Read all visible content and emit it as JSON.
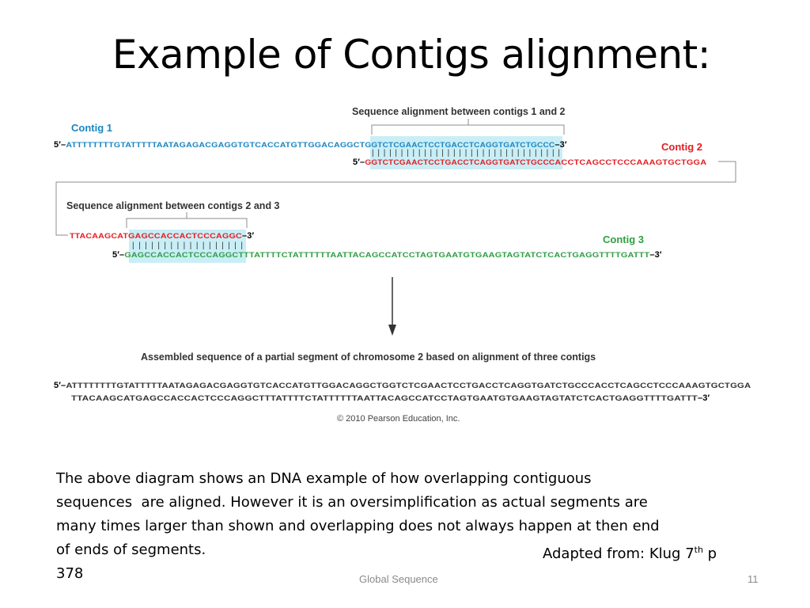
{
  "slide": {
    "title": "Example of Contigs alignment:",
    "caption_lines": [
      "The above diagram shows an DNA example of how overlapping contiguous",
      "sequences  are aligned. However it is an oversimplification as actual segments are",
      "many times larger than shown and overlapping does not always happen at then end",
      "of ends of segments."
    ],
    "caption_last": "378",
    "reference": {
      "prefix": "Adapted from: Klug 7",
      "sup": "th",
      "suffix": " p"
    },
    "footer_center": "Global Sequence",
    "page_number": "11"
  },
  "diagram": {
    "align12_title": "Sequence alignment between contigs 1 and 2",
    "align23_title": "Sequence alignment between contigs 2 and 3",
    "assembled_title": "Assembled sequence of a partial segment of chromosome 2 based on alignment of three contigs",
    "copyright": "© 2010 Pearson Education, Inc.",
    "five_prime": "5′–",
    "three_prime": "–3′",
    "contig1": {
      "label": "Contig 1",
      "seq_unique": "ATTTTTTTTGTATTTTTAATAGAGACGAGGTGTCACCATGTTGGACAGGCT",
      "seq_overlap": "GGTCTCGAACTCCTGACCTCAGGTGATCTGCCC"
    },
    "contig2": {
      "label": "Contig 2",
      "seq_overlap1": "GGTCTCGAACTCCTGACCTCAGGTGATCTGCCC",
      "seq_tail": "ACCTCAGCCTCCCAAAGTGCTGGA",
      "seq_tail_wrap": "TTACAAGCAT",
      "seq_overlap2": "GAGCCACCACTCCCAGGC"
    },
    "contig3": {
      "label": "Contig 3",
      "seq_overlap": "GAGCCACCACTCCCAGGC",
      "seq_tail": "TTTATTTTCTATTTTTTAATTACAGCCATCCTAGTGAATGTGAAGTAGTATCTCACTGAGGTTTTGATTT"
    },
    "match_bars_12": "|||||||||||||||||||||||||||||||||",
    "match_bars_23": "||||||||||||||||||",
    "assembled_line1": "ATTTTTTTTGTATTTTTAATAGAGACGAGGTGTCACCATGTTGGACAGGCTGGTCTCGAACTCCTGACCTCAGGTGATCTGCCCACCTCAGCCTCCCAAAGTGCTGGA",
    "assembled_line2": "TTACAAGCATGAGCCACCACTCCCAGGCTTTATTTTCTATTTTTTAATTACAGCCATCCTAGTGAATGTGAAGTAGTATCTCACTGAGGTTTTGATTT",
    "colors": {
      "contig1": "#1a86c2",
      "contig2": "#e31e24",
      "contig3": "#2f9e44",
      "highlight": "#c9eef6",
      "line": "#8c8c8c"
    }
  }
}
